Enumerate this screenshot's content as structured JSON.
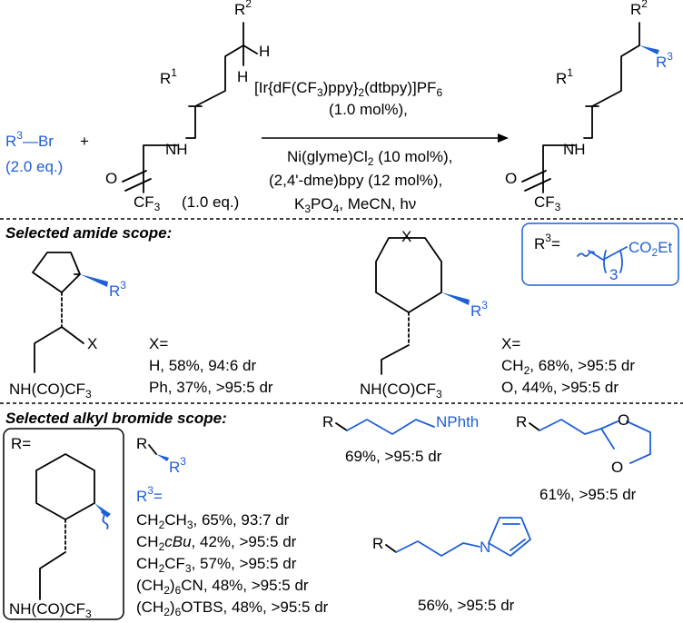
{
  "reactant": {
    "bromide_a": "R",
    "bromide_b": "3",
    "bromide_c": "—Br",
    "plus": "+",
    "bromide_eq": "(2.0 eq.)",
    "amide_eq": "(1.0 eq.)",
    "r1": "R",
    "r1sup": "1",
    "r2": "R",
    "r2sup": "2",
    "h1": "H",
    "h2": "H",
    "o": "O",
    "nh": "NH",
    "cf3": "CF",
    "cf3sub": "3"
  },
  "conditions": {
    "line1a": "[Ir{dF(CF",
    "line1b": "3",
    "line1c": ")ppy}",
    "line1d": "2",
    "line1e": "(dtbpy)]PF",
    "line1f": "6",
    "line2": "(1.0 mol%),",
    "line3": "Ni(glyme)Cl",
    "line3sub": "2",
    "line3b": " (10 mol%),",
    "line4": "(2,4'-dme)bpy (12 mol%),",
    "line5a": "K",
    "line5b": "3",
    "line5c": "PO",
    "line5d": "4",
    "line5e": ", MeCN, hν"
  },
  "product": {
    "r1": "R",
    "r1sup": "1",
    "r2": "R",
    "r2sup": "2",
    "r3": "R",
    "r3sup": "3",
    "o": "O",
    "nh": "NH",
    "cf3": "CF",
    "cf3sub": "3"
  },
  "amide_scope": {
    "heading": "Selected amide scope:",
    "box_r3": "R",
    "box_r3sup": "3",
    "box_eq": "=",
    "box_co2et": "CO",
    "box_co2et_sub": "2",
    "box_co2et_end": "Et",
    "box_n": "3",
    "cyclopentane": {
      "r3": "R",
      "r3sup": "3",
      "x": "X",
      "nh": "NH(CO)CF",
      "nhsub": "3",
      "xeq": "X=",
      "entry1": "H, 58%, 94:6 dr",
      "entry2": "Ph, 37%, >95:5 dr"
    },
    "pyran": {
      "x": "X",
      "r3": "R",
      "r3sup": "3",
      "nh": "NH(CO)CF",
      "nhsub": "3",
      "xeq": "X=",
      "entry1a": "CH",
      "entry1b": "2",
      "entry1c": ", 68%, >95:5 dr",
      "entry2": "O, 44%, >95:5 dr"
    }
  },
  "bromide_scope": {
    "heading": "Selected alkyl bromide scope:",
    "box_r": "R=",
    "box_nh": "NH(CO)CF",
    "box_nhsub": "3",
    "generic_r": "R",
    "generic_r3": "R",
    "generic_r3sup": "3",
    "r3eq": "R",
    "r3eq_sup": "3",
    "r3eq_end": "=",
    "entries": [
      [
        "CH",
        "2",
        "CH",
        "3",
        ", 65%, 93:7 dr"
      ],
      [
        "CH",
        "2",
        "cBu",
        "",
        ", 42%, >95:5 dr"
      ],
      [
        "CH",
        "2",
        "CF",
        "3",
        ", 57%, >95:5 dr"
      ],
      [
        "(CH",
        "2",
        ")",
        "6",
        "CN, 48%, >95:5 dr"
      ],
      [
        "(CH",
        "2",
        ")",
        "6",
        "OTBS, 48%, >95:5 dr"
      ]
    ],
    "nphth": {
      "r": "R",
      "group": "NPhth",
      "yield": "69%, >95:5 dr"
    },
    "dioxolane": {
      "r": "R",
      "o1": "O",
      "o2": "O",
      "yield": "61%, >95:5 dr"
    },
    "pyrrole": {
      "r": "R",
      "n": "N",
      "yield": "56%, >95:5 dr"
    }
  }
}
